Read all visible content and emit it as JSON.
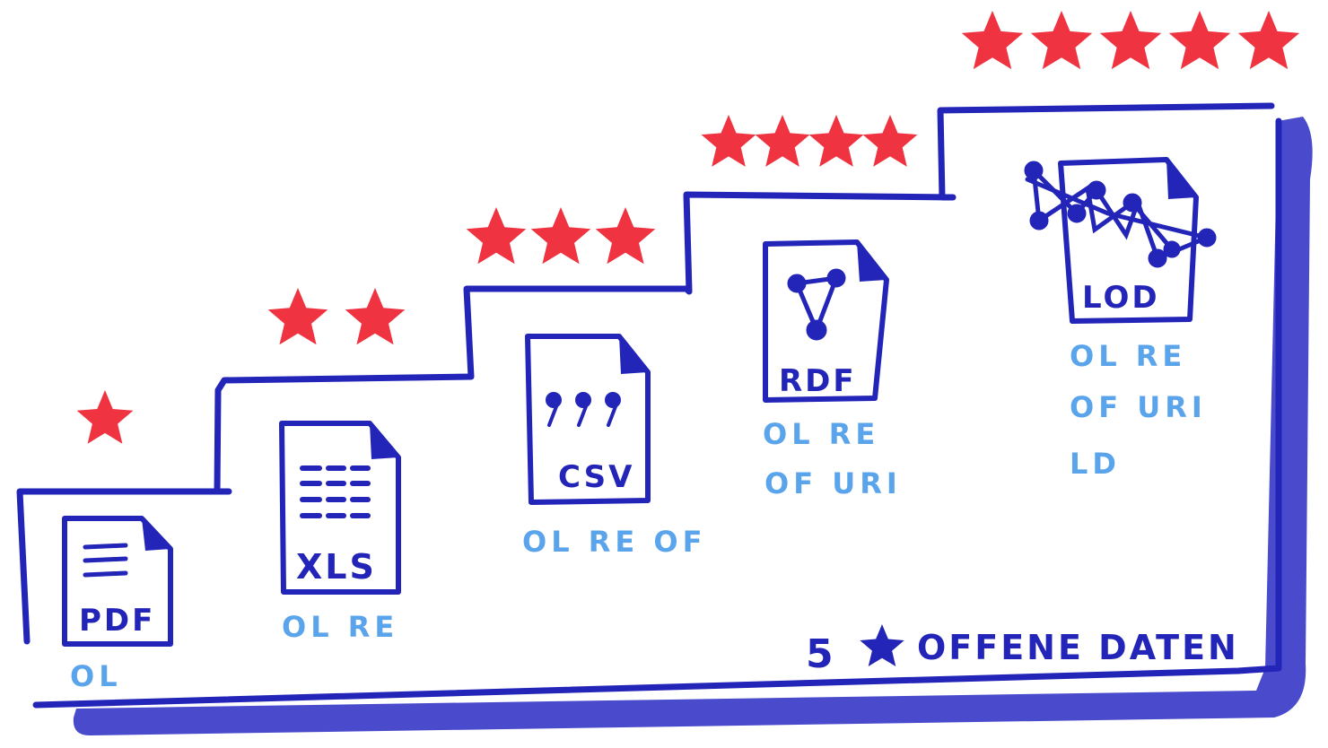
{
  "title": {
    "number": "5",
    "text": "OFFENE DATEN"
  },
  "colors": {
    "stairs": "#2324b8",
    "shadow": "#3a3cc8",
    "star": "#ef3340",
    "tag": "#5aa4ec",
    "doc": "#2324b8"
  },
  "levels": [
    {
      "stars": 1,
      "doc_label": "PDF",
      "doc_icon": "text-lines-icon",
      "tags": [
        "OL"
      ]
    },
    {
      "stars": 2,
      "doc_label": "XLS",
      "doc_icon": "table-icon",
      "tags": [
        "OL RE"
      ]
    },
    {
      "stars": 3,
      "doc_label": "CSV",
      "doc_icon": "commas-icon",
      "tags": [
        "OL RE OF"
      ]
    },
    {
      "stars": 4,
      "doc_label": "RDF",
      "doc_icon": "rdf-graph-icon",
      "tags": [
        "OL RE",
        "OF URI"
      ]
    },
    {
      "stars": 5,
      "doc_label": "LOD",
      "doc_icon": "linked-data-network-icon",
      "tags": [
        "OL RE",
        "OF URI",
        "LD"
      ]
    }
  ]
}
